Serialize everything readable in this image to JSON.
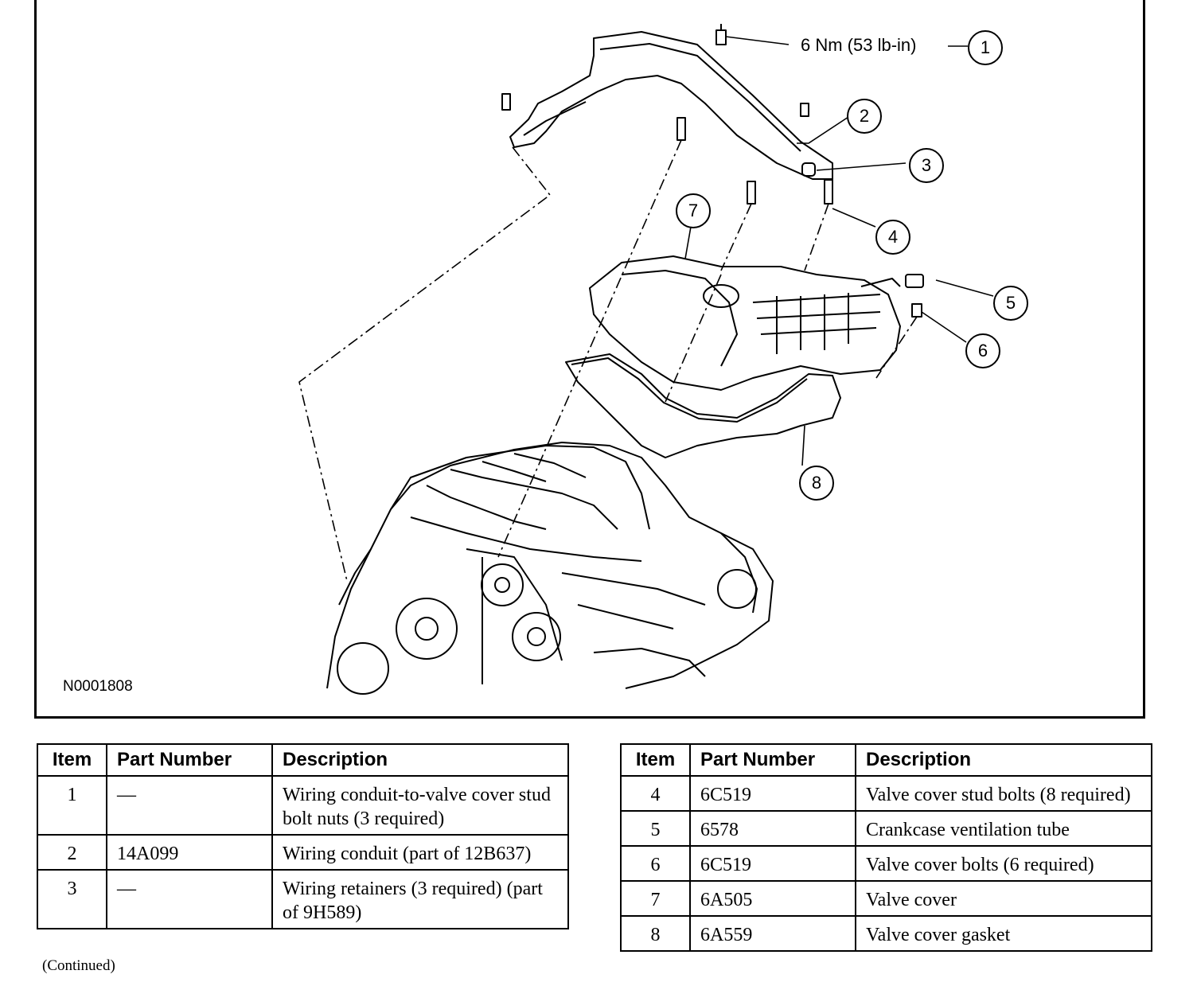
{
  "figure": {
    "id": "N0001808",
    "torque_label": "6 Nm (53 lb-in)",
    "callouts": [
      "1",
      "2",
      "3",
      "4",
      "5",
      "6",
      "7",
      "8"
    ]
  },
  "tables": {
    "headers": {
      "item": "Item",
      "part_number": "Part Number",
      "description": "Description"
    },
    "left": [
      {
        "item": "1",
        "part_number": "—",
        "description": "Wiring conduit-to-valve cover stud bolt nuts (3 required)"
      },
      {
        "item": "2",
        "part_number": "14A099",
        "description": "Wiring conduit (part of 12B637)"
      },
      {
        "item": "3",
        "part_number": "—",
        "description": "Wiring retainers (3 required) (part of 9H589)"
      }
    ],
    "right": [
      {
        "item": "4",
        "part_number": "6C519",
        "description": "Valve cover stud bolts (8 required)"
      },
      {
        "item": "5",
        "part_number": "6578",
        "description": "Crankcase ventilation tube"
      },
      {
        "item": "6",
        "part_number": "6C519",
        "description": "Valve cover bolts (6 required)"
      },
      {
        "item": "7",
        "part_number": "6A505",
        "description": "Valve cover"
      },
      {
        "item": "8",
        "part_number": "6A559",
        "description": "Valve cover gasket"
      }
    ],
    "continued_note": "(Continued)"
  }
}
